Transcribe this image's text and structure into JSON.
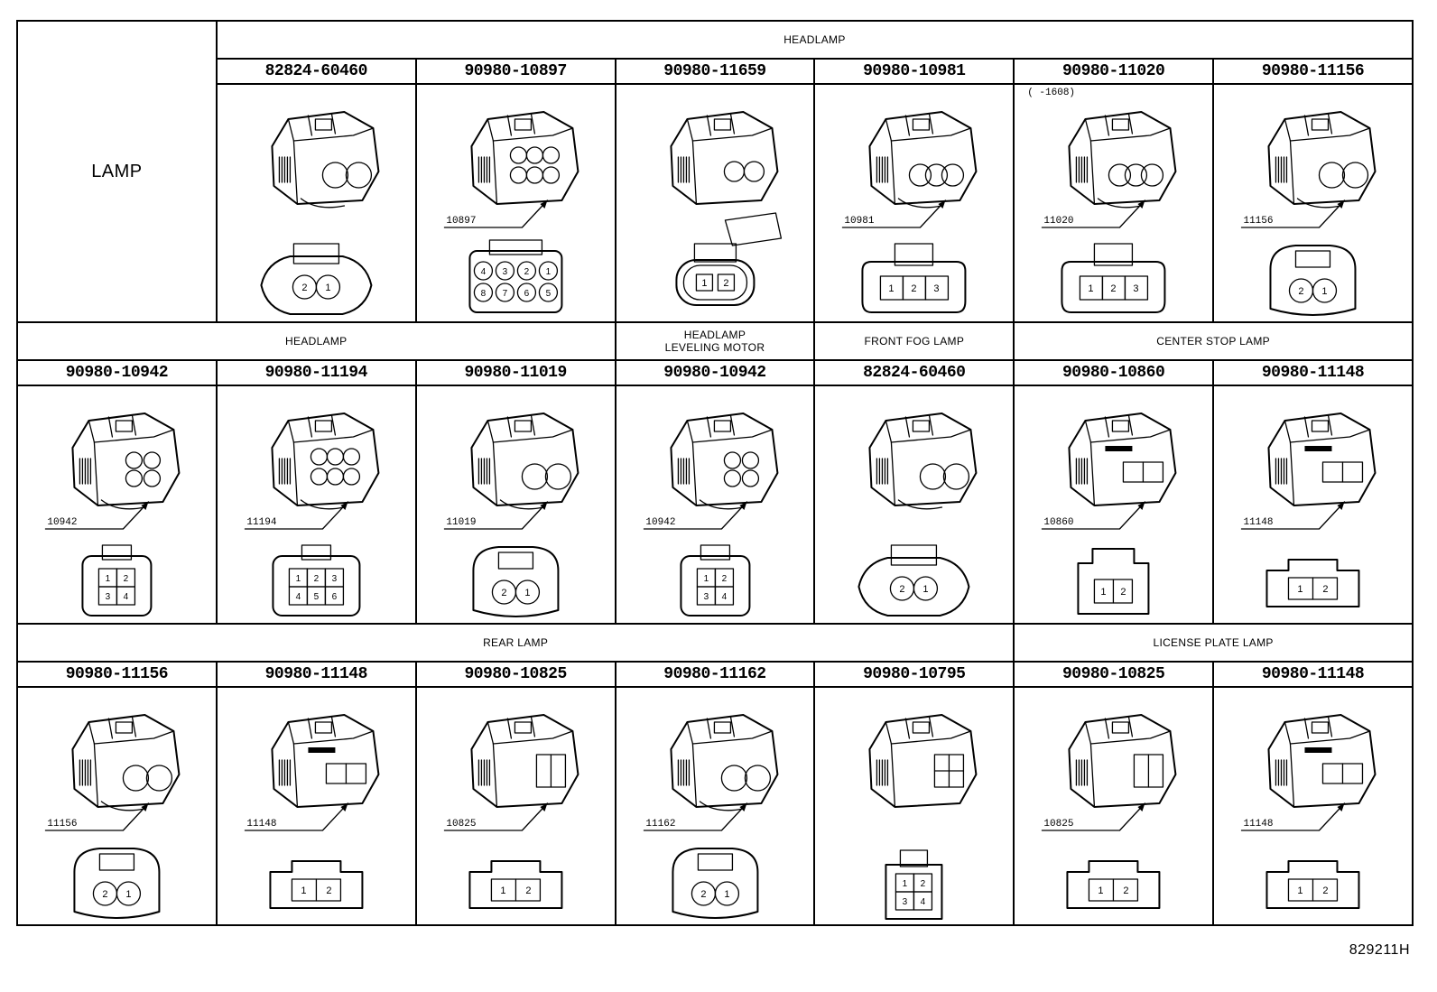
{
  "section_label": "LAMP",
  "doc_id": "829211H",
  "groups": {
    "headlamp_top": "HEADLAMP",
    "headlamp_mid": "HEADLAMP",
    "leveling_1": "HEADLAMP",
    "leveling_2": "LEVELING MOTOR",
    "front_fog": "FRONT FOG LAMP",
    "center_stop": "CENTER STOP LAMP",
    "rear": "REAR LAMP",
    "license": "LICENSE PLATE LAMP"
  },
  "rows": [
    {
      "cells": [
        {
          "part": "82824-60460",
          "kind": "oval2",
          "pins": [
            "2",
            "1"
          ]
        },
        {
          "part": "90980-10897",
          "kind": "multi8",
          "callout": "10897",
          "pins": [
            "4",
            "3",
            "2",
            "1",
            "8",
            "7",
            "6",
            "5"
          ]
        },
        {
          "part": "90980-11659",
          "kind": "clip2",
          "pins": [
            "1",
            "2"
          ]
        },
        {
          "part": "90980-10981",
          "kind": "rect3",
          "callout": "10981",
          "pins": [
            "1",
            "2",
            "3"
          ]
        },
        {
          "part": "90980-11020",
          "kind": "rect3",
          "callout": "11020",
          "note": "(      -1608)",
          "pins": [
            "1",
            "2",
            "3"
          ]
        },
        {
          "part": "90980-11156",
          "kind": "round2",
          "callout": "11156",
          "pins": [
            "2",
            "1"
          ]
        }
      ]
    },
    {
      "cells": [
        {
          "part": "90980-10942",
          "kind": "quad4",
          "callout": "10942",
          "pins": [
            "1",
            "2",
            "3",
            "4"
          ]
        },
        {
          "part": "90980-11194",
          "kind": "hex6",
          "callout": "11194",
          "pins": [
            "1",
            "2",
            "3",
            "4",
            "5",
            "6"
          ]
        },
        {
          "part": "90980-11019",
          "kind": "cap2",
          "callout": "11019",
          "pins": [
            "2",
            "1"
          ]
        },
        {
          "part": "90980-10942",
          "kind": "quad4",
          "callout": "10942",
          "pins": [
            "1",
            "2",
            "3",
            "4"
          ]
        },
        {
          "part": "82824-60460",
          "kind": "oval2",
          "pins": [
            "2",
            "1"
          ]
        },
        {
          "part": "90980-10860",
          "kind": "tab2",
          "callout": "10860",
          "pins": [
            "1",
            "2"
          ]
        },
        {
          "part": "90980-11148",
          "kind": "flat2",
          "callout": "11148",
          "pins": [
            "1",
            "2"
          ]
        }
      ]
    },
    {
      "cells": [
        {
          "part": "90980-11156",
          "kind": "round2",
          "callout": "11156",
          "pins": [
            "2",
            "1"
          ]
        },
        {
          "part": "90980-11148",
          "kind": "flat2",
          "callout": "11148",
          "pins": [
            "1",
            "2"
          ]
        },
        {
          "part": "90980-10825",
          "kind": "box2",
          "callout": "10825",
          "pins": [
            "1",
            "2"
          ]
        },
        {
          "part": "90980-11162",
          "kind": "cap2",
          "callout": "11162",
          "pins": [
            "2",
            "1"
          ]
        },
        {
          "part": "90980-10795",
          "kind": "box4",
          "pins": [
            "1",
            "2",
            "3",
            "4"
          ]
        },
        {
          "part": "90980-10825",
          "kind": "box2",
          "callout": "10825",
          "pins": [
            "1",
            "2"
          ]
        },
        {
          "part": "90980-11148",
          "kind": "flat2",
          "callout": "11148",
          "pins": [
            "1",
            "2"
          ]
        }
      ]
    }
  ]
}
